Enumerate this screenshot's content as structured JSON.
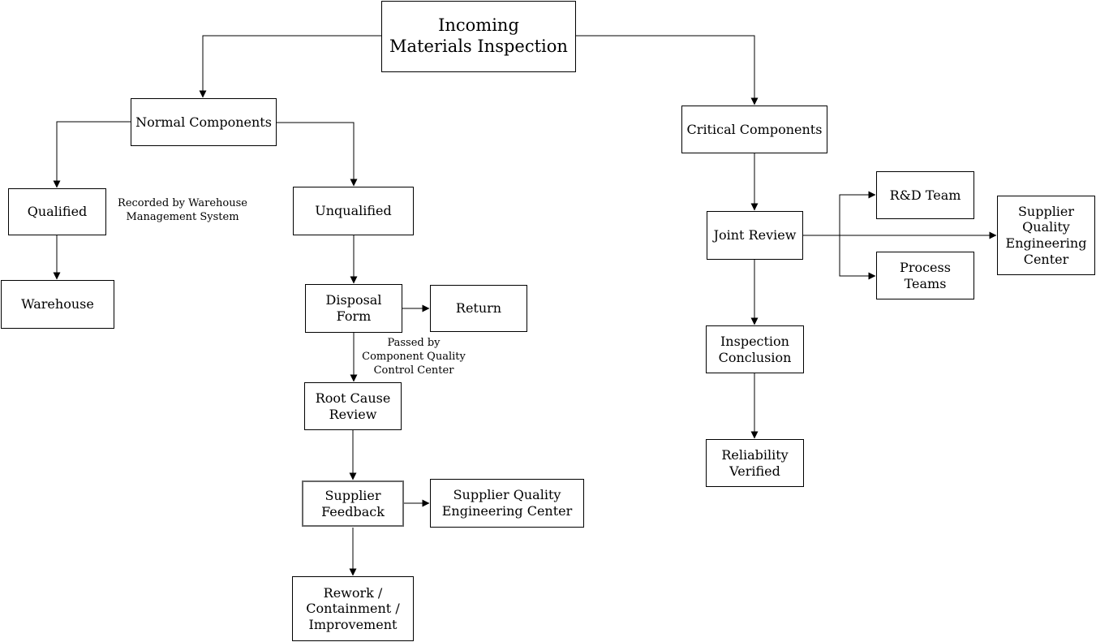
{
  "nodes": {
    "title": "Incoming\nMaterials Inspection",
    "normal_components": "Normal Components",
    "qualified": "Qualified",
    "warehouse": "Warehouse",
    "unqualified": "Unqualified",
    "disposal_form": "Disposal\nForm",
    "return": "Return",
    "root_cause_review": "Root Cause\nReview",
    "supplier_feedback": "Supplier\nFeedback",
    "supplier_quality_engineering_center_left": "Supplier Quality\nEngineering Center",
    "rework_containment_improvement": "Rework /\nContainment /\nImprovement",
    "critical_components": "Critical Components",
    "joint_review": "Joint Review",
    "rd_team": "R&D Team",
    "process_teams": "Process\nTeams",
    "supplier_quality_engineering_center_right": "Supplier\nQuality\nEngineering\nCenter",
    "inspection_conclusion": "Inspection\nConclusion",
    "reliability_verified": "Reliability\nVerified"
  },
  "annotations": {
    "recorded_by": "Recorded by Warehouse\nManagement System",
    "passed_by": "Passed by\nComponent Quality\nControl Center"
  },
  "colors": {
    "background": "#ffffff",
    "line": "#000000",
    "box_border": "#000000",
    "highlight_border": "#676767",
    "text": "#000000"
  }
}
